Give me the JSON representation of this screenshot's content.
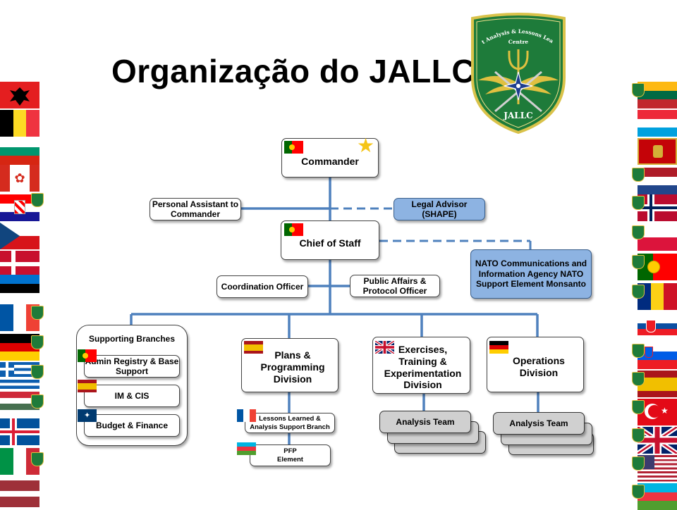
{
  "slide": {
    "title": "Organização do JALLC",
    "logo": {
      "arc_text": "Joint Analysis & Lessons Learned",
      "arc_text_2": "Centre",
      "bottom_text": "JALLC"
    }
  },
  "org": {
    "commander": "Commander",
    "personal_assistant": "Personal Assistant to Commander",
    "legal_advisor": "Legal Advisor (SHAPE)",
    "chief_of_staff": "Chief of Staff",
    "ncia": "NATO Communications and Information Agency NATO Support Element Monsanto",
    "coordination_officer": "Coordination Officer",
    "public_affairs": "Public Affairs & Protocol Officer",
    "supporting_branches": {
      "title": "Supporting Branches",
      "items": [
        "Admin Registry & Base Support",
        "IM & CIS",
        "Budget & Finance"
      ]
    },
    "plans": "Plans & Programming Division",
    "lessons_learned": "Lessons Learned & Analysis Support Branch",
    "pfp": "PFP Element",
    "exercises": "Exercises, Training & Experimentation Division",
    "operations": "Operations Division",
    "analysis_team_1": "Analysis Team",
    "analysis_team_2": "Analysis Team"
  },
  "colors": {
    "connector": "#4f81bd",
    "accent_box": "#8db3e2",
    "shield_green": "#1e7b3a",
    "shield_gold": "#e0c040"
  }
}
